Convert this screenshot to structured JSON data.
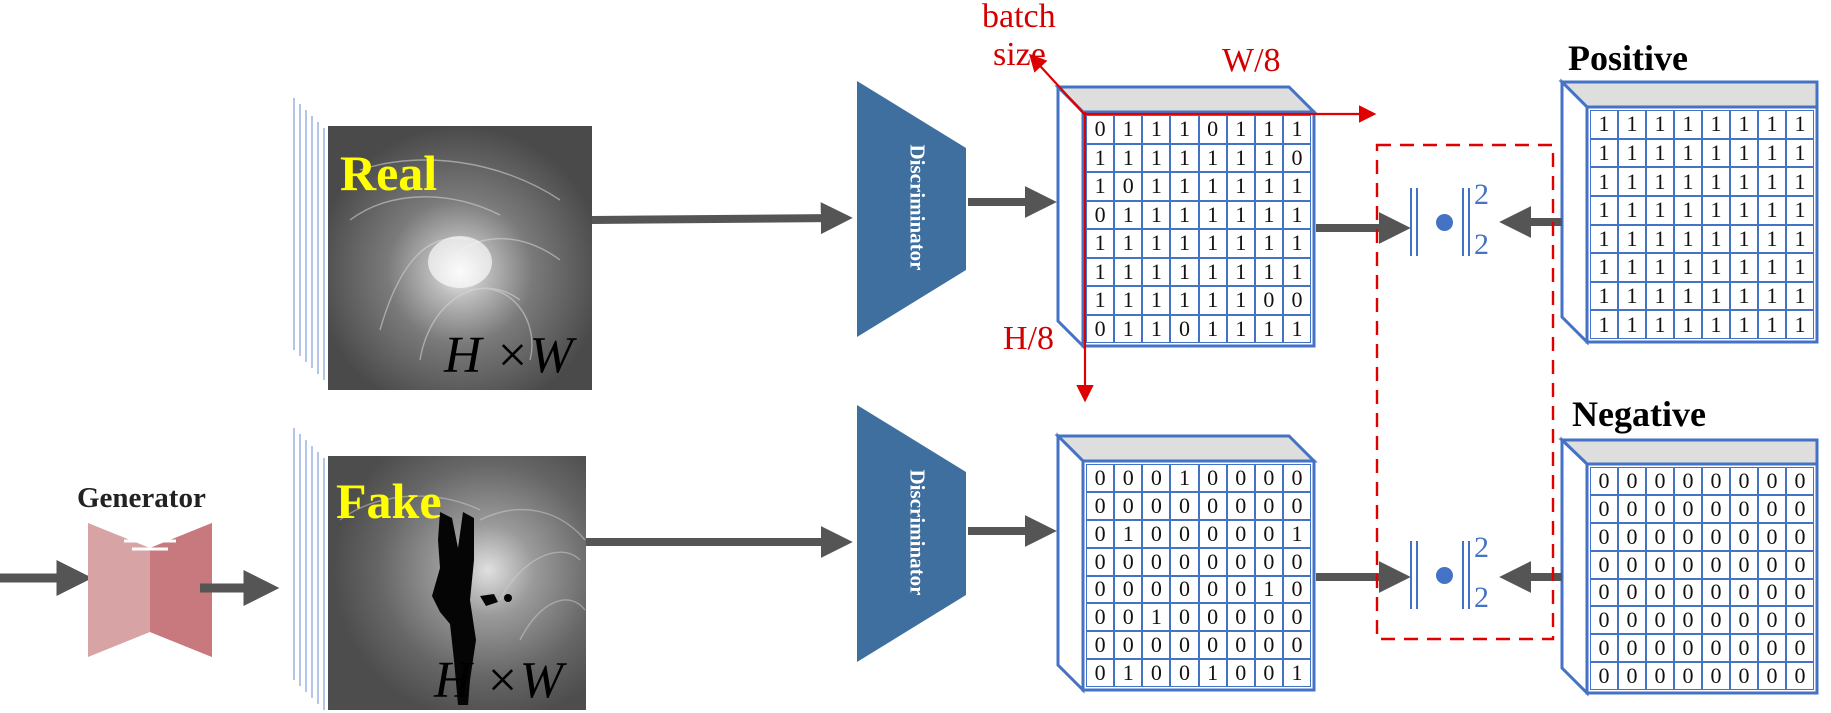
{
  "real_image": {
    "label": "Real",
    "dims": "H ×W"
  },
  "fake_image": {
    "label": "Fake",
    "dims": "H ×W"
  },
  "generator": {
    "label": "Generator"
  },
  "discriminator_top": {
    "label": "Discriminator"
  },
  "discriminator_bottom": {
    "label": "Discriminator"
  },
  "axis_labels": {
    "batch": "batch",
    "size": "size",
    "width": "W/8",
    "height": "H/8"
  },
  "positive": {
    "title": "Positive",
    "grid": [
      [
        "1",
        "1",
        "1",
        "1",
        "1",
        "1",
        "1",
        "1"
      ],
      [
        "1",
        "1",
        "1",
        "1",
        "1",
        "1",
        "1",
        "1"
      ],
      [
        "1",
        "1",
        "1",
        "1",
        "1",
        "1",
        "1",
        "1"
      ],
      [
        "1",
        "1",
        "1",
        "1",
        "1",
        "1",
        "1",
        "1"
      ],
      [
        "1",
        "1",
        "1",
        "1",
        "1",
        "1",
        "1",
        "1"
      ],
      [
        "1",
        "1",
        "1",
        "1",
        "1",
        "1",
        "1",
        "1"
      ],
      [
        "1",
        "1",
        "1",
        "1",
        "1",
        "1",
        "1",
        "1"
      ],
      [
        "1",
        "1",
        "1",
        "1",
        "1",
        "1",
        "1",
        "1"
      ]
    ]
  },
  "negative": {
    "title": "Negative",
    "grid": [
      [
        "0",
        "0",
        "0",
        "0",
        "0",
        "0",
        "0",
        "0"
      ],
      [
        "0",
        "0",
        "0",
        "0",
        "0",
        "0",
        "0",
        "0"
      ],
      [
        "0",
        "0",
        "0",
        "0",
        "0",
        "0",
        "0",
        "0"
      ],
      [
        "0",
        "0",
        "0",
        "0",
        "0",
        "0",
        "0",
        "0"
      ],
      [
        "0",
        "0",
        "0",
        "0",
        "0",
        "0",
        "0",
        "0"
      ],
      [
        "0",
        "0",
        "0",
        "0",
        "0",
        "0",
        "0",
        "0"
      ],
      [
        "0",
        "0",
        "0",
        "0",
        "0",
        "0",
        "0",
        "0"
      ],
      [
        "0",
        "0",
        "0",
        "0",
        "0",
        "0",
        "0",
        "0"
      ]
    ]
  },
  "real_output": {
    "grid": [
      [
        "0",
        "1",
        "1",
        "1",
        "0",
        "1",
        "1",
        "1"
      ],
      [
        "1",
        "1",
        "1",
        "1",
        "1",
        "1",
        "1",
        "0"
      ],
      [
        "1",
        "0",
        "1",
        "1",
        "1",
        "1",
        "1",
        "1"
      ],
      [
        "0",
        "1",
        "1",
        "1",
        "1",
        "1",
        "1",
        "1"
      ],
      [
        "1",
        "1",
        "1",
        "1",
        "1",
        "1",
        "1",
        "1"
      ],
      [
        "1",
        "1",
        "1",
        "1",
        "1",
        "1",
        "1",
        "1"
      ],
      [
        "1",
        "1",
        "1",
        "1",
        "1",
        "1",
        "0",
        "0"
      ],
      [
        "0",
        "1",
        "1",
        "0",
        "1",
        "1",
        "1",
        "1"
      ]
    ]
  },
  "fake_output": {
    "grid": [
      [
        "0",
        "0",
        "0",
        "1",
        "0",
        "0",
        "0",
        "0"
      ],
      [
        "0",
        "0",
        "0",
        "0",
        "0",
        "0",
        "0",
        "0"
      ],
      [
        "0",
        "1",
        "0",
        "0",
        "0",
        "0",
        "0",
        "1"
      ],
      [
        "0",
        "0",
        "0",
        "0",
        "0",
        "0",
        "0",
        "0"
      ],
      [
        "0",
        "0",
        "0",
        "0",
        "0",
        "0",
        "1",
        "0"
      ],
      [
        "0",
        "0",
        "1",
        "0",
        "0",
        "0",
        "0",
        "0"
      ],
      [
        "0",
        "0",
        "0",
        "0",
        "0",
        "0",
        "0",
        "0"
      ],
      [
        "0",
        "1",
        "0",
        "0",
        "1",
        "0",
        "0",
        "1"
      ]
    ]
  },
  "norm_top": {
    "sup": "2",
    "sub": "2"
  },
  "norm_bottom": {
    "sup": "2",
    "sub": "2"
  },
  "colors": {
    "accent_blue": "#4472c4",
    "discriminator_fill": "#3e6f9e",
    "red": "#d40000",
    "generator_fill": "#d8999b",
    "arrow_gray": "#555555"
  }
}
